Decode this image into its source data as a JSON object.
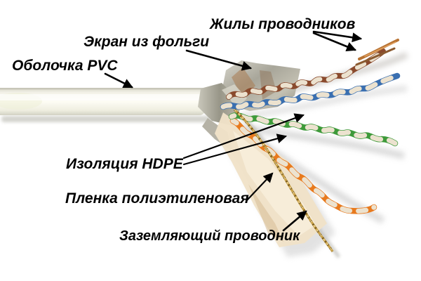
{
  "labels": {
    "conductor_cores": "Жилы проводников",
    "foil_shield": "Экран из фольги",
    "pvc_jacket": "Оболочка PVC",
    "hdpe_insulation": "Изоляция HDPE",
    "polyethylene_film": "Пленка полиэтиленовая",
    "grounding_conductor": "Заземляющий проводник"
  },
  "colors": {
    "background": "#ffffff",
    "label_text": "#000000",
    "arrow": "#000000",
    "jacket": "#f6f5eb",
    "jacket_edge": "#d6d5c7",
    "foil_silver": "#b9b8ae",
    "foil_copper": "#a97c52",
    "pair_brown": "#8a4a2d",
    "pair_blue": "#3a6fb0",
    "pair_green": "#3e9a3a",
    "pair_orange": "#e87a1e",
    "wire_white": "#ece2cf",
    "film": "#f0e2c8",
    "ground_wire": "#c9a24b",
    "bare_copper": "#b87333",
    "shadow": "#b9b9b9"
  }
}
